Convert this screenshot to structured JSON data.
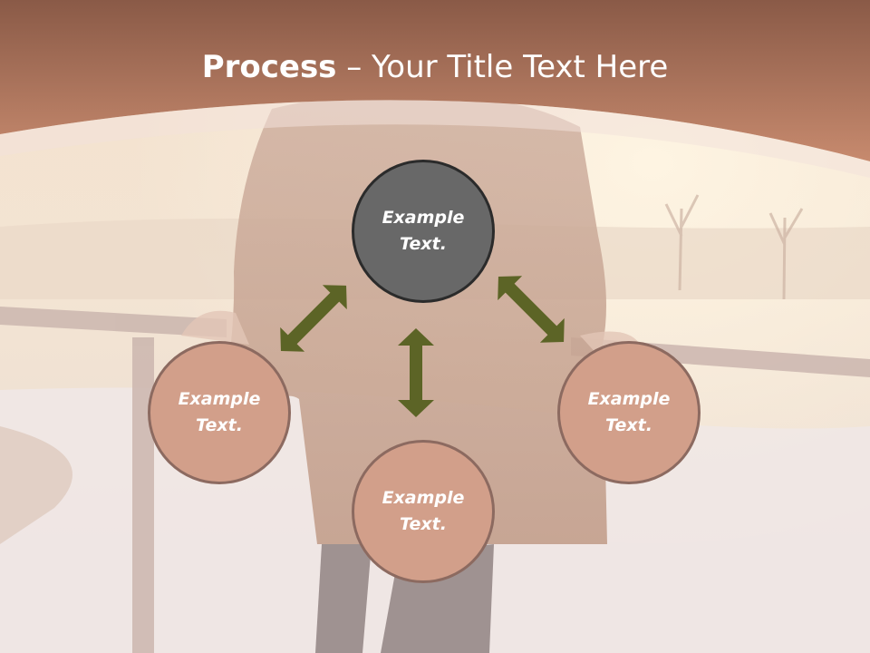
{
  "slide": {
    "title_bold": "Process",
    "title_rest": " – Your Title Text Here",
    "colors": {
      "header_top": "#8a5a47",
      "header_bottom": "#c78a6e",
      "node_center": "#686868",
      "node_outer": "#d29f8a",
      "arrow": "#5c6426"
    },
    "nodes": {
      "top": {
        "text": "Example Text."
      },
      "left": {
        "text": "Example Text."
      },
      "right": {
        "text": "Example Text."
      },
      "bottom": {
        "text": "Example Text."
      }
    }
  }
}
